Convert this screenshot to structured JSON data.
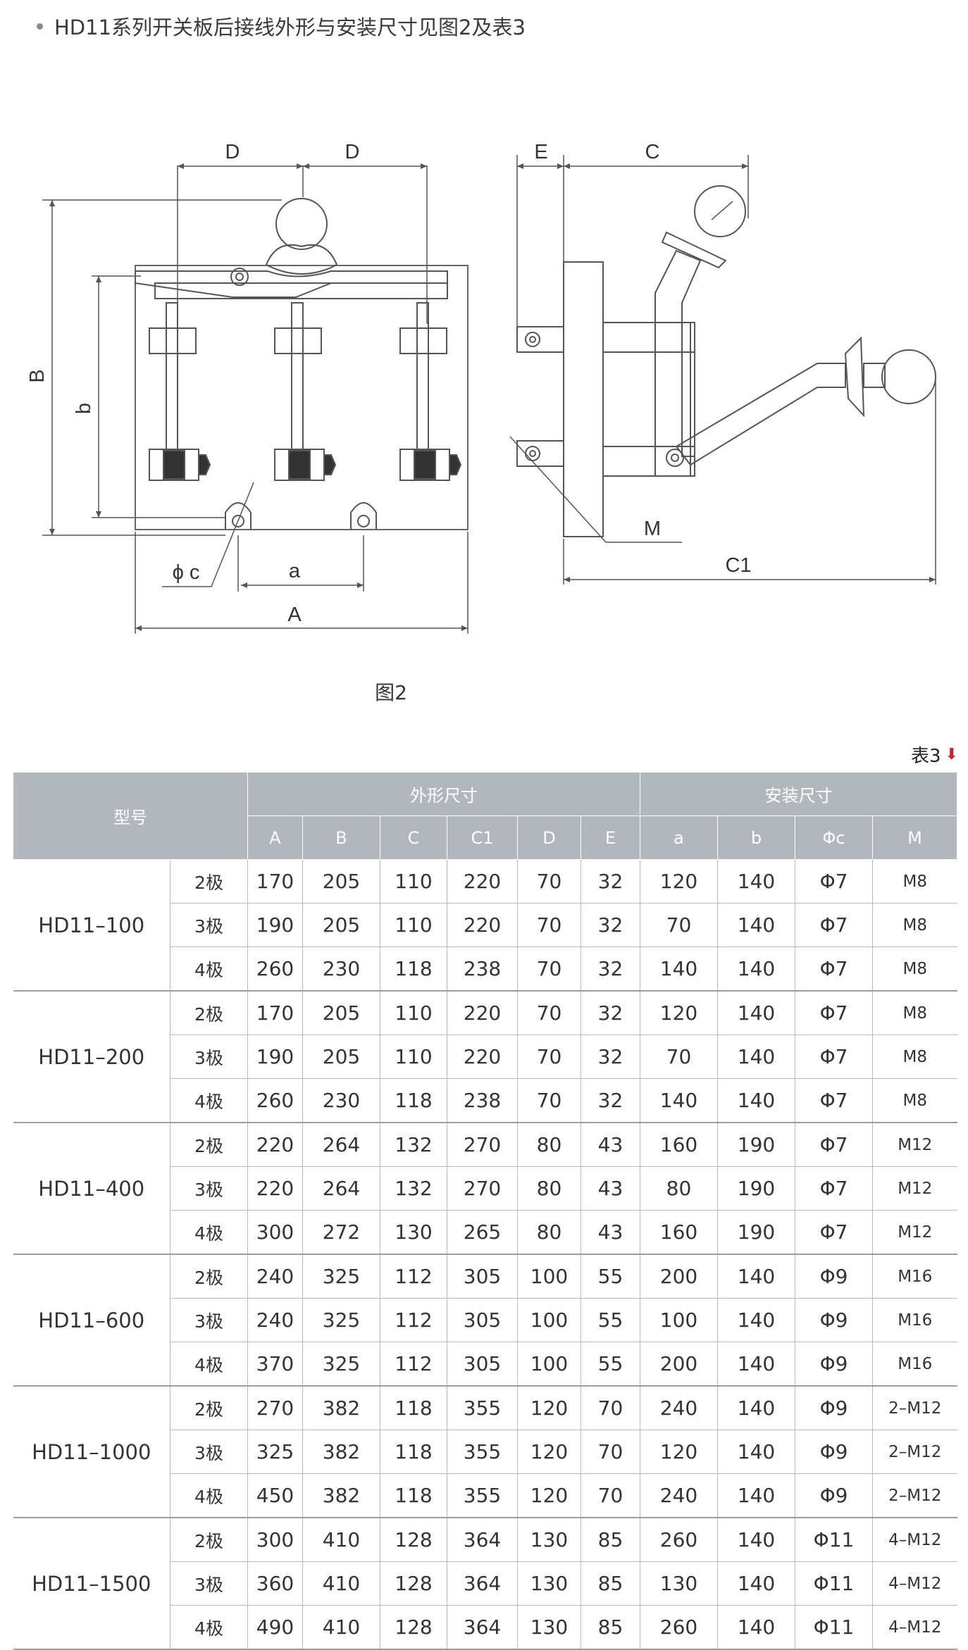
{
  "heading": "HD11系列开关板后接线外形与安装尺寸见图2及表3",
  "figure": {
    "caption": "图2",
    "labels": {
      "D": "D",
      "E": "E",
      "C": "C",
      "B": "B",
      "b": "b",
      "M": "M",
      "C1": "C1",
      "phic": "ϕ c",
      "a": "a",
      "A": "A"
    }
  },
  "table_label": "表3",
  "table": {
    "model_header": "型号",
    "group_outline": "外形尺寸",
    "group_install": "安装尺寸",
    "columns": [
      "A",
      "B",
      "C",
      "C1",
      "D",
      "E",
      "a",
      "b",
      "Φc",
      "M"
    ],
    "groups": [
      {
        "model": "HD11–100",
        "rows": [
          {
            "pole": "2极",
            "values": [
              "170",
              "205",
              "110",
              "220",
              "70",
              "32",
              "120",
              "140",
              "Φ7",
              "M8"
            ]
          },
          {
            "pole": "3极",
            "values": [
              "190",
              "205",
              "110",
              "220",
              "70",
              "32",
              "70",
              "140",
              "Φ7",
              "M8"
            ]
          },
          {
            "pole": "4极",
            "values": [
              "260",
              "230",
              "118",
              "238",
              "70",
              "32",
              "140",
              "140",
              "Φ7",
              "M8"
            ]
          }
        ]
      },
      {
        "model": "HD11–200",
        "rows": [
          {
            "pole": "2极",
            "values": [
              "170",
              "205",
              "110",
              "220",
              "70",
              "32",
              "120",
              "140",
              "Φ7",
              "M8"
            ]
          },
          {
            "pole": "3极",
            "values": [
              "190",
              "205",
              "110",
              "220",
              "70",
              "32",
              "70",
              "140",
              "Φ7",
              "M8"
            ]
          },
          {
            "pole": "4极",
            "values": [
              "260",
              "230",
              "118",
              "238",
              "70",
              "32",
              "140",
              "140",
              "Φ7",
              "M8"
            ]
          }
        ]
      },
      {
        "model": "HD11–400",
        "rows": [
          {
            "pole": "2极",
            "values": [
              "220",
              "264",
              "132",
              "270",
              "80",
              "43",
              "160",
              "190",
              "Φ7",
              "M12"
            ]
          },
          {
            "pole": "3极",
            "values": [
              "220",
              "264",
              "132",
              "270",
              "80",
              "43",
              "80",
              "190",
              "Φ7",
              "M12"
            ]
          },
          {
            "pole": "4极",
            "values": [
              "300",
              "272",
              "130",
              "265",
              "80",
              "43",
              "160",
              "190",
              "Φ7",
              "M12"
            ]
          }
        ]
      },
      {
        "model": "HD11–600",
        "rows": [
          {
            "pole": "2极",
            "values": [
              "240",
              "325",
              "112",
              "305",
              "100",
              "55",
              "200",
              "140",
              "Φ9",
              "M16"
            ]
          },
          {
            "pole": "3极",
            "values": [
              "240",
              "325",
              "112",
              "305",
              "100",
              "55",
              "100",
              "140",
              "Φ9",
              "M16"
            ]
          },
          {
            "pole": "4极",
            "values": [
              "370",
              "325",
              "112",
              "305",
              "100",
              "55",
              "200",
              "140",
              "Φ9",
              "M16"
            ]
          }
        ]
      },
      {
        "model": "HD11–1000",
        "rows": [
          {
            "pole": "2极",
            "values": [
              "270",
              "382",
              "118",
              "355",
              "120",
              "70",
              "240",
              "140",
              "Φ9",
              "2–M12"
            ]
          },
          {
            "pole": "3极",
            "values": [
              "325",
              "382",
              "118",
              "355",
              "120",
              "70",
              "120",
              "140",
              "Φ9",
              "2–M12"
            ]
          },
          {
            "pole": "4极",
            "values": [
              "450",
              "382",
              "118",
              "355",
              "120",
              "70",
              "240",
              "140",
              "Φ9",
              "2–M12"
            ]
          }
        ]
      },
      {
        "model": "HD11–1500",
        "rows": [
          {
            "pole": "2极",
            "values": [
              "300",
              "410",
              "128",
              "364",
              "130",
              "85",
              "260",
              "140",
              "Φ11",
              "4–M12"
            ]
          },
          {
            "pole": "3极",
            "values": [
              "360",
              "410",
              "128",
              "364",
              "130",
              "85",
              "130",
              "140",
              "Φ11",
              "4–M12"
            ]
          },
          {
            "pole": "4极",
            "values": [
              "490",
              "410",
              "128",
              "364",
              "130",
              "85",
              "260",
              "140",
              "Φ11",
              "4–M12"
            ]
          }
        ]
      }
    ]
  }
}
